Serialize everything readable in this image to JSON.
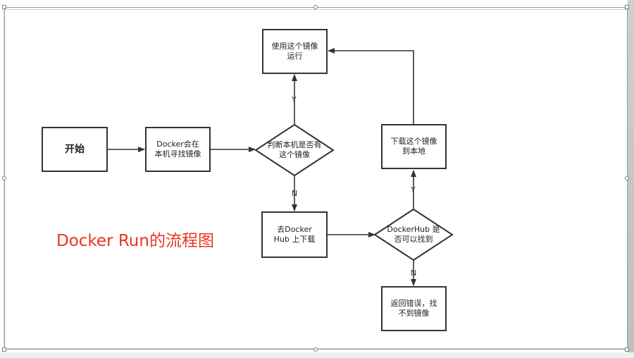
{
  "diagram": {
    "title": "Docker Run的流程图",
    "title_color": "#e8341c",
    "nodes": {
      "start": "开始",
      "find_local": "Docker会在\n本机寻找镜像",
      "check_local": "判断本机是否有\n这个镜像",
      "run_image": "使用这个镜像\n运行",
      "goto_hub": "去Docker\nHub 上下载",
      "hub_found": "DockerHub 是\n否可以找到",
      "download": "下载这个镜像\n到本地",
      "error": "返回错误，找\n不到镜像"
    },
    "edge_labels": {
      "check_yes": "Y",
      "check_no": "N",
      "hub_yes": "Y",
      "hub_no": "N"
    },
    "stroke_color": "#333333"
  }
}
